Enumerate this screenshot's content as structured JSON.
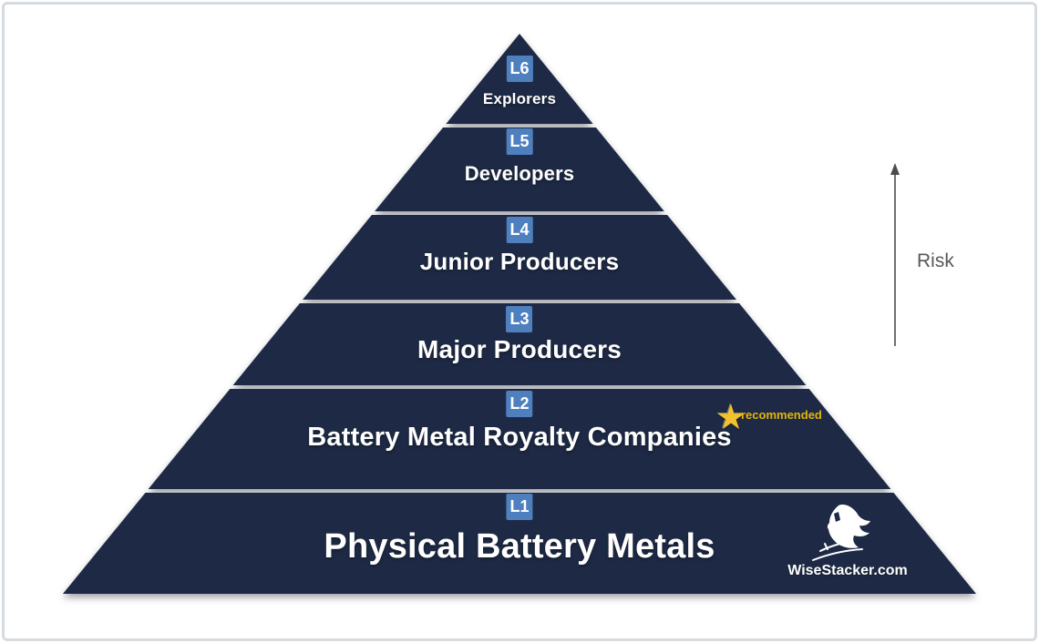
{
  "frame": {
    "background": "#ffffff",
    "border_color": "#d6dbe0"
  },
  "pyramid": {
    "fill_color": "#1e2a45",
    "badge_color": "#4e80c0",
    "text_color": "#ffffff",
    "levels": [
      {
        "badge": "L6",
        "label": "Explorers"
      },
      {
        "badge": "L5",
        "label": "Developers"
      },
      {
        "badge": "L4",
        "label": "Junior Producers"
      },
      {
        "badge": "L3",
        "label": "Major Producers"
      },
      {
        "badge": "L2",
        "label": "Battery Metal Royalty Companies"
      },
      {
        "badge": "L1",
        "label": "Physical Battery Metals"
      }
    ]
  },
  "recommendation": {
    "label": "recommended",
    "star_icon": "★",
    "star_color": "#f2c12e",
    "text_color": "#e3b505",
    "applies_to_level": "L2"
  },
  "risk_axis": {
    "label": "Risk",
    "direction": "up",
    "arrow_color": "#4c4c4c",
    "label_color": "#58585a"
  },
  "branding": {
    "site_label": "WiseStacker.com",
    "logo_icon": "wisestacker-figure"
  }
}
